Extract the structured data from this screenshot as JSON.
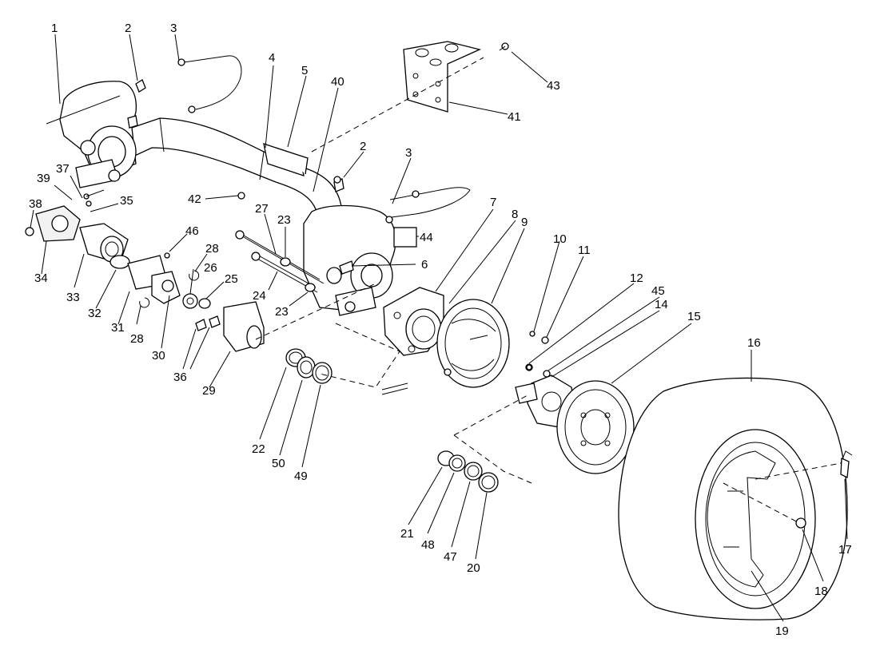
{
  "callouts": [
    {
      "id": "c1",
      "label": "1"
    },
    {
      "id": "c2a",
      "label": "2"
    },
    {
      "id": "c3a",
      "label": "3"
    },
    {
      "id": "c4",
      "label": "4"
    },
    {
      "id": "c5",
      "label": "5"
    },
    {
      "id": "c40",
      "label": "40"
    },
    {
      "id": "c2b",
      "label": "2"
    },
    {
      "id": "c3b",
      "label": "3"
    },
    {
      "id": "c43",
      "label": "43"
    },
    {
      "id": "c41",
      "label": "41"
    },
    {
      "id": "c37",
      "label": "37"
    },
    {
      "id": "c39",
      "label": "39"
    },
    {
      "id": "c35",
      "label": "35"
    },
    {
      "id": "c38",
      "label": "38"
    },
    {
      "id": "c34",
      "label": "34"
    },
    {
      "id": "c33",
      "label": "33"
    },
    {
      "id": "c32",
      "label": "32"
    },
    {
      "id": "c31",
      "label": "31"
    },
    {
      "id": "c28a",
      "label": "28"
    },
    {
      "id": "c30",
      "label": "30"
    },
    {
      "id": "c46",
      "label": "46"
    },
    {
      "id": "c28b",
      "label": "28"
    },
    {
      "id": "c26",
      "label": "26"
    },
    {
      "id": "c25",
      "label": "25"
    },
    {
      "id": "c36",
      "label": "36"
    },
    {
      "id": "c29",
      "label": "29"
    },
    {
      "id": "c42",
      "label": "42"
    },
    {
      "id": "c27",
      "label": "27"
    },
    {
      "id": "c23a",
      "label": "23"
    },
    {
      "id": "c24",
      "label": "24"
    },
    {
      "id": "c23b",
      "label": "23"
    },
    {
      "id": "c6",
      "label": "6"
    },
    {
      "id": "c44",
      "label": "44"
    },
    {
      "id": "c7",
      "label": "7"
    },
    {
      "id": "c8",
      "label": "8"
    },
    {
      "id": "c9",
      "label": "9"
    },
    {
      "id": "c10",
      "label": "10"
    },
    {
      "id": "c11",
      "label": "11"
    },
    {
      "id": "c12",
      "label": "12"
    },
    {
      "id": "c45",
      "label": "45"
    },
    {
      "id": "c14",
      "label": "14"
    },
    {
      "id": "c15",
      "label": "15"
    },
    {
      "id": "c16",
      "label": "16"
    },
    {
      "id": "c22",
      "label": "22"
    },
    {
      "id": "c50",
      "label": "50"
    },
    {
      "id": "c49",
      "label": "49"
    },
    {
      "id": "c21",
      "label": "21"
    },
    {
      "id": "c48",
      "label": "48"
    },
    {
      "id": "c47",
      "label": "47"
    },
    {
      "id": "c20",
      "label": "20"
    },
    {
      "id": "c17",
      "label": "17"
    },
    {
      "id": "c18",
      "label": "18"
    },
    {
      "id": "c19",
      "label": "19"
    }
  ]
}
